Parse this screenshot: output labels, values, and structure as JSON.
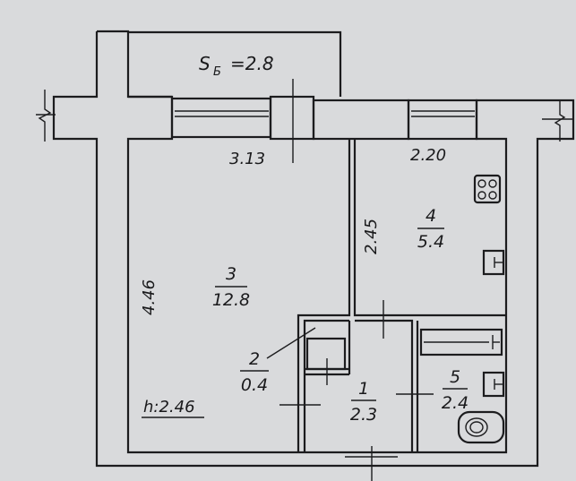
{
  "balcony": {
    "label": "S",
    "subscript": "Б",
    "value": "=2.8"
  },
  "dimensions": {
    "d1": "3.13",
    "d2": "2.20",
    "d3": "2.45",
    "d4": "4.46"
  },
  "rooms": [
    {
      "number": "3",
      "area": "12.8"
    },
    {
      "number": "4",
      "area": "5.4"
    },
    {
      "number": "2",
      "area": "0.4"
    },
    {
      "number": "1",
      "area": "2.3"
    },
    {
      "number": "5",
      "area": "2.4"
    }
  ],
  "ceiling_height": "h:2.46",
  "colors": {
    "line": "#1c1c1e",
    "background": "#d9dadc"
  }
}
